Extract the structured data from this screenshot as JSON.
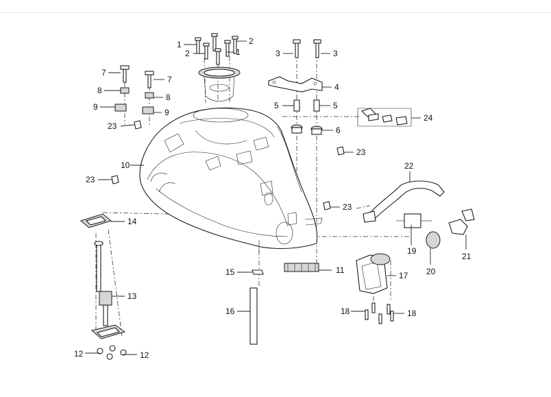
{
  "callouts": {
    "c1a": "1",
    "c1b": "1",
    "c2a": "2",
    "c2b": "2",
    "c3a": "3",
    "c3b": "3",
    "c4": "4",
    "c5a": "5",
    "c5b": "5",
    "c6": "6",
    "c7a": "7",
    "c7b": "7",
    "c8a": "8",
    "c8b": "8",
    "c9a": "9",
    "c9b": "9",
    "c10": "10",
    "c11": "11",
    "c12a": "12",
    "c12b": "12",
    "c13": "13",
    "c14": "14",
    "c15": "15",
    "c16": "16",
    "c17": "17",
    "c18a": "18",
    "c18b": "18",
    "c19": "19",
    "c20": "20",
    "c21": "21",
    "c22": "22",
    "c23a": "23",
    "c23b": "23",
    "c23c": "23",
    "c23d": "23",
    "c24": "24"
  }
}
